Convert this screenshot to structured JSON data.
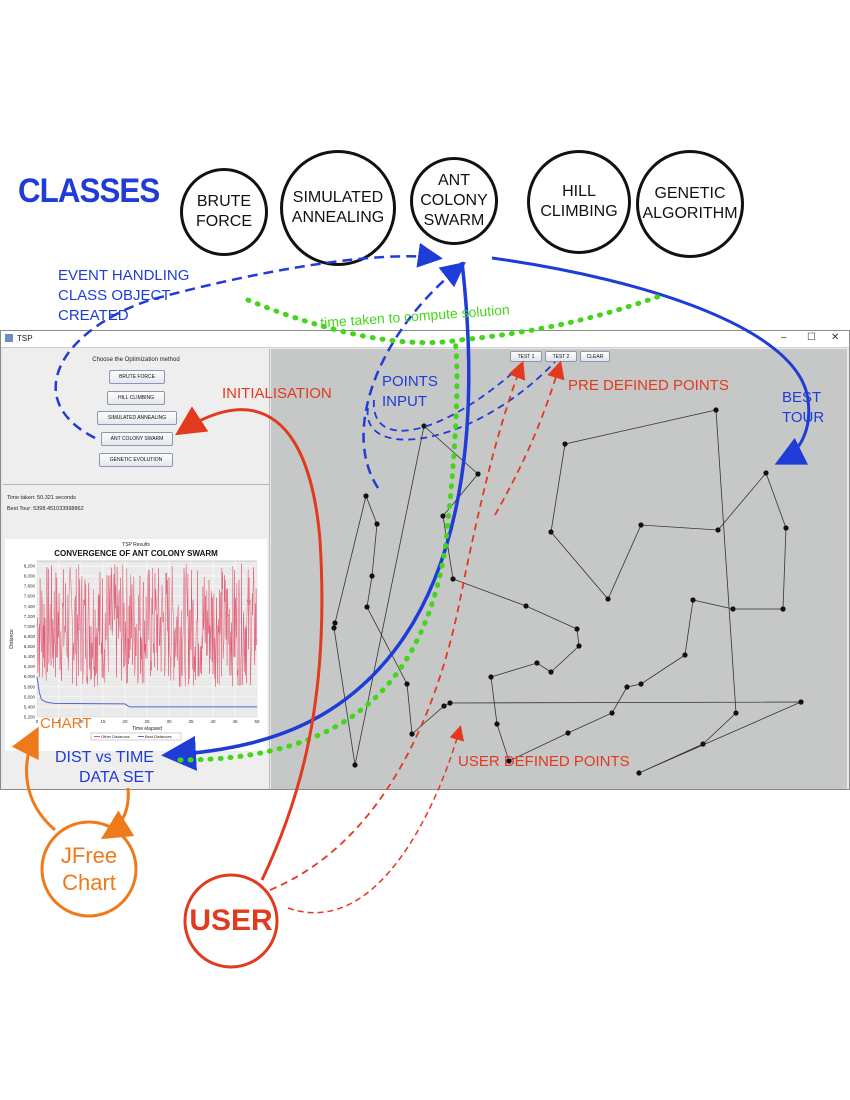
{
  "classes_title": "CLASSES",
  "classes": [
    {
      "label": "BRUTE\nFORCE"
    },
    {
      "label": "SIMULATED\nANNEALING"
    },
    {
      "label": "ANT\nCOLONY\nSWARM"
    },
    {
      "label": "HILL\nCLIMBING"
    },
    {
      "label": "GENETIC\nALGORITHM"
    }
  ],
  "window": {
    "title": "TSP",
    "controls": {
      "minimize": "–",
      "maximize": "☐",
      "close": "✕"
    }
  },
  "left_panel": {
    "heading": "Choose the Optimization method",
    "buttons": [
      "BRUTE FORCE",
      "HILL CLIMBING",
      "SIMULATED ANNEALING",
      "ANT COLONY SWARM",
      "GENETIC EVOLUTION"
    ],
    "time_taken": "Time taken: 50.321 seconds",
    "best_tour": "Best Tour: 5398.451033998862"
  },
  "canvas_buttons": [
    "TEST 1",
    "TEST 2",
    "CLEAR"
  ],
  "chart_data": {
    "type": "line",
    "title": "TSP Results",
    "subtitle": "CONVERGENCE OF ANT COLONY SWARM",
    "xlabel": "Time elapsed",
    "ylabel": "Distance",
    "xlim": [
      0,
      50
    ],
    "ylim": [
      5200,
      8300
    ],
    "x_ticks": [
      0,
      5,
      10,
      15,
      20,
      25,
      30,
      35,
      40,
      45,
      50
    ],
    "y_ticks": [
      5200,
      5400,
      5600,
      5800,
      6000,
      6200,
      6400,
      6600,
      6800,
      7000,
      7200,
      7400,
      7600,
      7800,
      8000,
      8200
    ],
    "y_tick_labels": [
      "5,200",
      "5,400",
      "5,600",
      "5,800",
      "6,000",
      "6,200",
      "6,400",
      "6,600",
      "6,800",
      "7,000",
      "7,200",
      "7,400",
      "7,600",
      "7,800",
      "8,000",
      "8,200"
    ],
    "grid": true,
    "legend": "bottom",
    "series": [
      {
        "name": "Other Distances",
        "color": "#e0566f",
        "band": [
          5800,
          8250
        ],
        "mean": 7100
      },
      {
        "name": "Best Distances",
        "color": "#5566cc",
        "x": [
          0,
          0.5,
          1,
          2,
          3,
          4,
          20,
          21,
          50
        ],
        "values": [
          6000,
          5700,
          5550,
          5500,
          5480,
          5470,
          5460,
          5400,
          5400
        ]
      }
    ]
  },
  "tour_points": [
    [
      153,
      77
    ],
    [
      207,
      125
    ],
    [
      95,
      147
    ],
    [
      106,
      175
    ],
    [
      101,
      227
    ],
    [
      96,
      258
    ],
    [
      64,
      274
    ],
    [
      172,
      167
    ],
    [
      182,
      230
    ],
    [
      255,
      257
    ],
    [
      266,
      314
    ],
    [
      306,
      280
    ],
    [
      337,
      250
    ],
    [
      308,
      297
    ],
    [
      280,
      323
    ],
    [
      220,
      328
    ],
    [
      226,
      375
    ],
    [
      341,
      364
    ],
    [
      356,
      338
    ],
    [
      432,
      395
    ],
    [
      368,
      424
    ],
    [
      297,
      384
    ],
    [
      238,
      412
    ],
    [
      141,
      385
    ],
    [
      173,
      357
    ],
    [
      136,
      335
    ],
    [
      179,
      354
    ],
    [
      84,
      416
    ],
    [
      63,
      279
    ],
    [
      294,
      95
    ],
    [
      280,
      183
    ],
    [
      370,
      176
    ],
    [
      445,
      61
    ],
    [
      495,
      124
    ],
    [
      515,
      179
    ],
    [
      447,
      181
    ],
    [
      422,
      251
    ],
    [
      414,
      306
    ],
    [
      462,
      260
    ],
    [
      512,
      260
    ],
    [
      530,
      353
    ],
    [
      465,
      364
    ],
    [
      370,
      335
    ]
  ],
  "tour_order": [
    0,
    1,
    3,
    4,
    6,
    5,
    27,
    25,
    24,
    23,
    21,
    22,
    15,
    14,
    13,
    12,
    11,
    10,
    9,
    8,
    7,
    2,
    1
  ],
  "annotations": {
    "event_handling": "EVENT HANDLING\nCLASS OBJECT\nCREATED",
    "time_taken": "time taken to compute solution",
    "initialisation": "INITIALISATION",
    "points_input": "POINTS\nINPUT",
    "pre_defined": "PRE DEFINED POINTS",
    "best_tour": "BEST\nTOUR",
    "user_defined": "USER DEFINED POINTS",
    "chart": "CHART",
    "dist_time": "DIST vs TIME\nDATA SET",
    "jfree": "JFree\nChart",
    "user": "USER"
  },
  "colors": {
    "blue": "#1f3cd6",
    "red": "#e23a1e",
    "orange": "#ee7a1a",
    "green": "#44d61c",
    "canvas_bg": "#c5c8c7"
  }
}
